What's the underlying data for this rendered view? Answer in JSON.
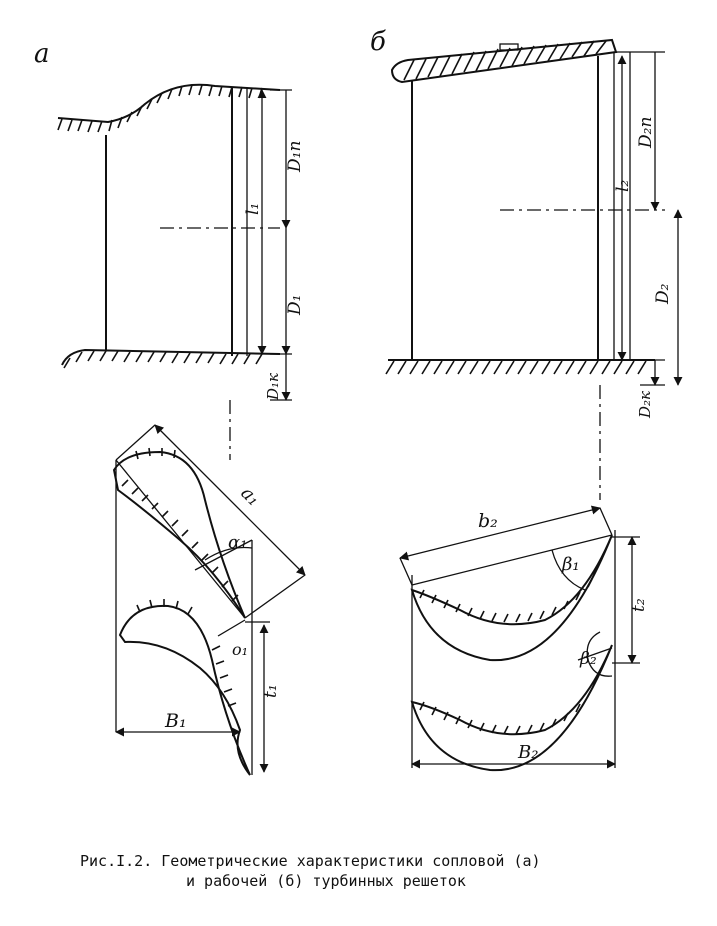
{
  "panel_a": {
    "letter": "а",
    "labels": {
      "d1_top": "D₁п",
      "l1": "l₁",
      "d1": "D₁",
      "d1_bottom": "D₁к",
      "a1": "a₁",
      "alpha1": "α₁",
      "o1": "o₁",
      "t1": "t₁",
      "b1": "B₁"
    }
  },
  "panel_b": {
    "letter": "б",
    "labels": {
      "d2_top": "D₂п",
      "l2": "l₂",
      "d2": "D₂",
      "d2_bottom": "D₂к",
      "b2_top": "b₂",
      "beta1": "β₁",
      "t2": "t₂",
      "beta2": "β₂",
      "b2_bottom": "B₂"
    }
  },
  "caption": {
    "line1": "Рис.I.2. Геометрические характеристики сопловой (а)",
    "line2": "и рабочей (б) турбинных решеток"
  }
}
